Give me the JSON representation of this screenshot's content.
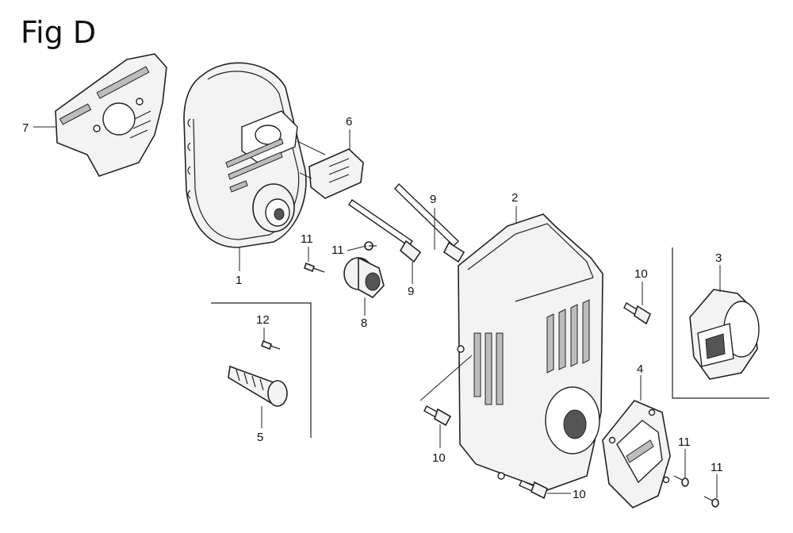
{
  "figure": {
    "title": "Fig D"
  },
  "callouts": [
    {
      "id": "c1",
      "label": "1"
    },
    {
      "id": "c2",
      "label": "2"
    },
    {
      "id": "c3",
      "label": "3"
    },
    {
      "id": "c4",
      "label": "4"
    },
    {
      "id": "c5",
      "label": "5"
    },
    {
      "id": "c6",
      "label": "6"
    },
    {
      "id": "c7",
      "label": "7"
    },
    {
      "id": "c8",
      "label": "8"
    },
    {
      "id": "c9a",
      "label": "9"
    },
    {
      "id": "c9b",
      "label": "9"
    },
    {
      "id": "c10a",
      "label": "10"
    },
    {
      "id": "c10b",
      "label": "10"
    },
    {
      "id": "c10c",
      "label": "10"
    },
    {
      "id": "c11a",
      "label": "11"
    },
    {
      "id": "c11b",
      "label": "11"
    },
    {
      "id": "c11c",
      "label": "11"
    },
    {
      "id": "c11d",
      "label": "11"
    },
    {
      "id": "c12",
      "label": "12"
    }
  ]
}
